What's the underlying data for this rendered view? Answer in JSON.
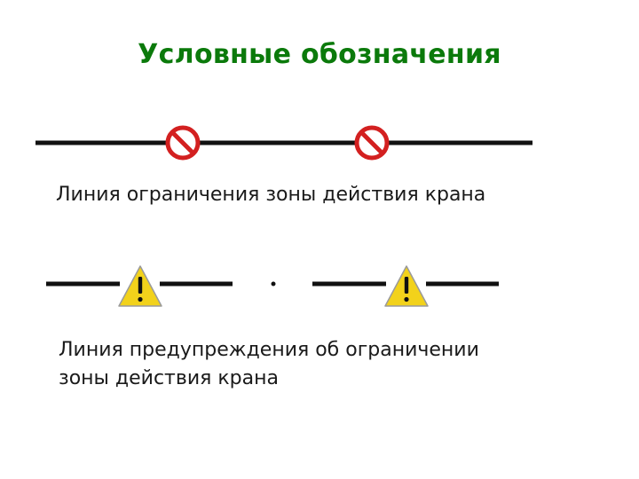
{
  "title": "Условные обозначения",
  "colors": {
    "title": "#0b7a0b",
    "line": "#111111",
    "prohibition": "#d32020",
    "warning_fill": "#f2d21b",
    "warning_stroke": "#9a9a9a"
  },
  "legend": [
    {
      "symbol": "prohibition-sign",
      "caption_lines": [
        "Линия ограничения зоны действия крана"
      ]
    },
    {
      "symbol": "warning-sign",
      "caption_lines": [
        "Линия предупреждения об ограничении",
        "зоны действия крана"
      ]
    }
  ]
}
